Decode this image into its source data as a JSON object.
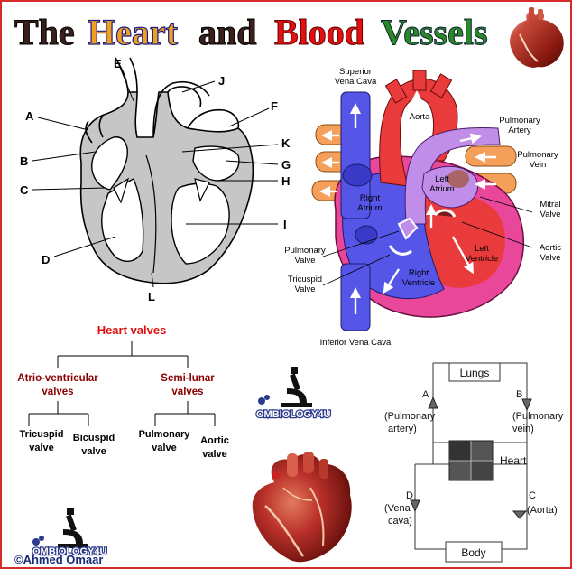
{
  "title": {
    "w1": "The",
    "w2": "Heart",
    "w3": "and",
    "w4": "Blood",
    "w5": "Vessels"
  },
  "left_diagram": {
    "labels": [
      "A",
      "B",
      "C",
      "D",
      "E",
      "F",
      "G",
      "H",
      "I",
      "J",
      "K",
      "L"
    ]
  },
  "colored_heart": {
    "superior_vena_cava": [
      "Superior",
      "Vena Cava"
    ],
    "aorta": "Aorta",
    "pulmonary_artery": [
      "Pulmonary",
      "Artery"
    ],
    "pulmonary_vein": [
      "Pulmonary",
      "Vein"
    ],
    "left_atrium": [
      "Left",
      "Atrium"
    ],
    "mitral_valve": [
      "Mitral",
      "Valve"
    ],
    "right_atrium": [
      "Right",
      "Atrium"
    ],
    "aortic_valve": [
      "Aortic",
      "Valve"
    ],
    "left_ventricle": [
      "Left",
      "Ventricle"
    ],
    "pulmonary_valve": [
      "Pulmonary",
      "Valve"
    ],
    "tricuspid_valve": [
      "Tricuspid",
      "Valve"
    ],
    "right_ventricle": [
      "Right",
      "Ventricle"
    ],
    "inferior_vena_cava": "Inferior Vena Cava"
  },
  "valves_tree": {
    "root": "Heart valves",
    "av": [
      "Atrio-ventricular",
      "valves"
    ],
    "sl": [
      "Semi-lunar",
      "valves"
    ],
    "tricuspid": [
      "Tricuspid",
      "valve"
    ],
    "bicuspid": [
      "Bicuspid",
      "valve"
    ],
    "pulmonary": [
      "Pulmonary",
      "valve"
    ],
    "aortic": [
      "Aortic",
      "valve"
    ]
  },
  "logo_text": "OMBIOLOGY4U",
  "circulation": {
    "lungs": "Lungs",
    "body": "Body",
    "heart": "Heart",
    "a_letter": "A",
    "a_text": [
      "(Pulmonary",
      "artery)"
    ],
    "b_letter": "B",
    "b_text": [
      "(Pulmonary",
      "vein)"
    ],
    "c_letter": "C",
    "c_text": "(Aorta)",
    "d_letter": "D",
    "d_text": [
      "(Vena",
      "cava)"
    ]
  },
  "credit": "©Ahmed Omaar",
  "colors": {
    "border": "#d62b2b",
    "tree_root": "#e01010",
    "tree_branch": "#8b0000",
    "deoxygenated": "#5555e8",
    "oxygenated": "#f03c3c",
    "pulmonary": "#c08ee8",
    "vein_orange": "#f5a05a",
    "logo_blue": "#2b3a8c"
  }
}
